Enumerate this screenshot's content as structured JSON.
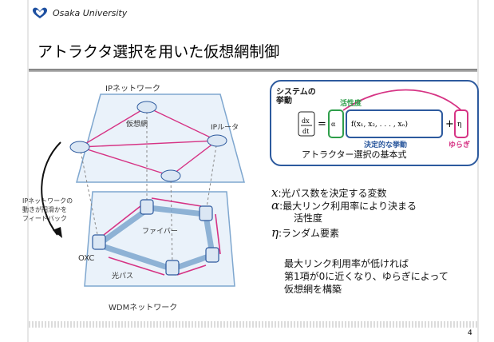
{
  "header": {
    "university": "Osaka University",
    "logo_icon": "osaka-university-logo-icon"
  },
  "title": "アトラクタ選択を用いた仮想網制御",
  "diagram": {
    "ip_network_label": "IPネットワーク",
    "virtual_network_label": "仮想網",
    "ip_router_label": "IPルータ",
    "feedback_label": [
      "IPネットワークの",
      "動きが円滑かを",
      "フィードバック"
    ],
    "oxc_label": "OXC",
    "fiber_label": "ファイバー",
    "lightpath_label": "光パス",
    "wdm_network_label": "WDMネットワーク"
  },
  "formula": {
    "system_label": [
      "システムの",
      "挙動"
    ],
    "growth_label": "活性度",
    "decide_label": "決定的な挙動",
    "noise_label": "ゆらぎ",
    "caption": "アトラクター選択の基本式"
  },
  "legend": [
    {
      "symbol": "x",
      "text": ":光パス数を決定する変数"
    },
    {
      "symbol": "α",
      "text": ":最大リンク利用率により決まる"
    },
    {
      "symbol": "",
      "text": "活性度"
    },
    {
      "symbol": "η",
      "text": ":ランダム要素"
    }
  ],
  "note": [
    "最大リンク利用率が低ければ",
    "第1項が0に近くなり、ゆらぎによって",
    "仮想網を構築"
  ],
  "page_number": "4",
  "colors": {
    "accent_blue": "#2d5a9e",
    "magenta": "#d63384",
    "green": "#2e9e4a",
    "plane": "#eaf2fa",
    "plane_edge": "#7fa7cf"
  }
}
